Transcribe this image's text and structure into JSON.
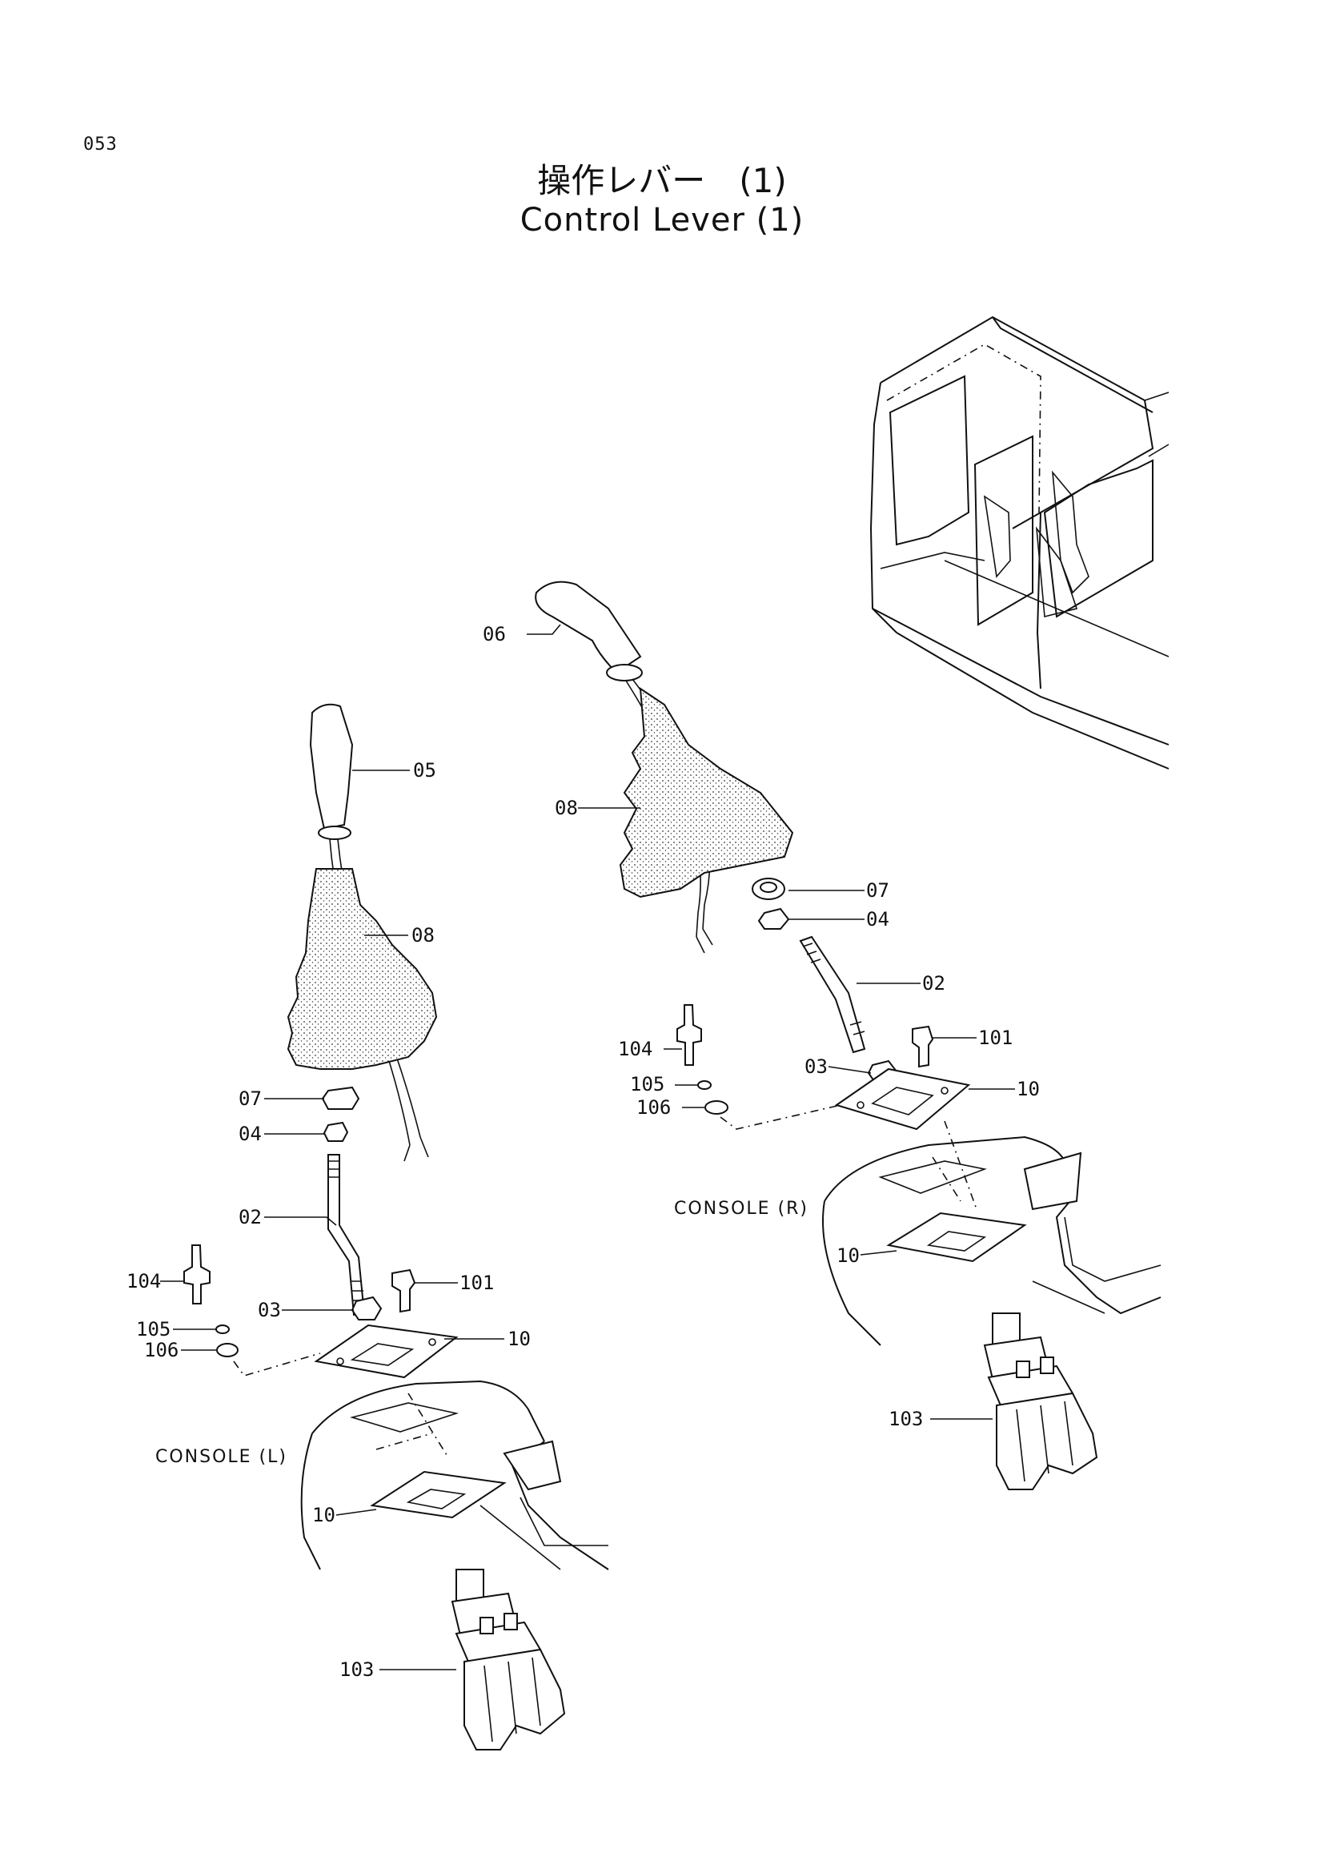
{
  "page_number": "053",
  "title_jp": "操作レバー　(1)",
  "title_en": "Control Lever (1)",
  "captions": {
    "console_l": "CONSOLE (L)",
    "console_r": "CONSOLE (R)"
  },
  "left_assembly_labels": {
    "grip": "05",
    "boot": "08",
    "clamp": "07",
    "nut": "04",
    "lever": "02",
    "stud": "104",
    "bolt": "101",
    "nut_03": "03",
    "washer_105": "105",
    "washer_106": "106",
    "plate_upper": "10",
    "plate_lower": "10",
    "valve": "103"
  },
  "right_assembly_labels": {
    "grip": "06",
    "boot": "08",
    "clamp": "07",
    "nut": "04",
    "lever": "02",
    "stud": "104",
    "bolt": "101",
    "nut_03": "03",
    "washer_105": "105",
    "washer_106": "106",
    "plate_upper": "10",
    "plate_lower": "10",
    "valve": "103"
  }
}
